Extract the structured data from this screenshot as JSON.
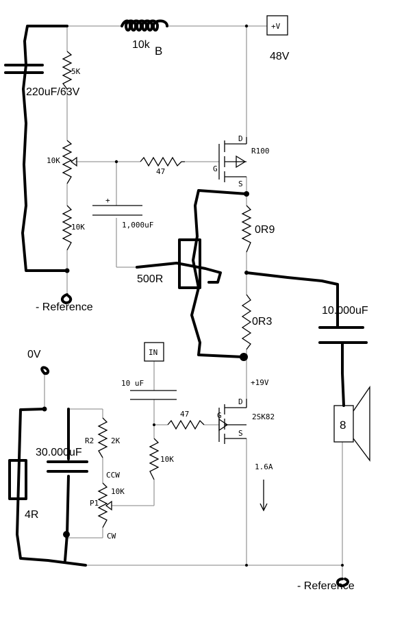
{
  "labels": {
    "supply_box": "+V",
    "supply_voltage": "48V",
    "inductor": "10k",
    "inductor_suffix": "B",
    "cap_supply": "220uF/63V",
    "r_5k": "5K",
    "pot_10k_top": "10K",
    "r_10k_top": "10K",
    "r_47_top": "47",
    "cap_1000": "1,000uF",
    "cap_1000_plus": "+",
    "mosfet_top_name": "R100",
    "mosfet_top_d": "D",
    "mosfet_top_g": "G",
    "mosfet_top_s": "S",
    "r_0r9": "0R9",
    "r_500r": "500R",
    "r_0r3": "0R3",
    "ref_top": "- Reference",
    "cap_10000": "10.000uF",
    "speaker_value": "8",
    "zero_v": "0V",
    "in_box": "IN",
    "cap_10uf": "10 uF",
    "plus_19v": "+19V",
    "r_47_bottom": "47",
    "mosfet_bot_name": "2SK82",
    "mosfet_bot_d": "D",
    "mosfet_bot_g": "G",
    "mosfet_bot_s": "S",
    "r_r2": "R2",
    "r_2k": "2K",
    "cap_30000": "30.000uF",
    "ccw": "CCW",
    "pot_10k_bottom": "10K",
    "p1": "P1",
    "r_10k_bottom": "10K",
    "current": "1.6A",
    "r_4r": "4R",
    "cw": "CW",
    "ref_bottom": "- Reference"
  }
}
